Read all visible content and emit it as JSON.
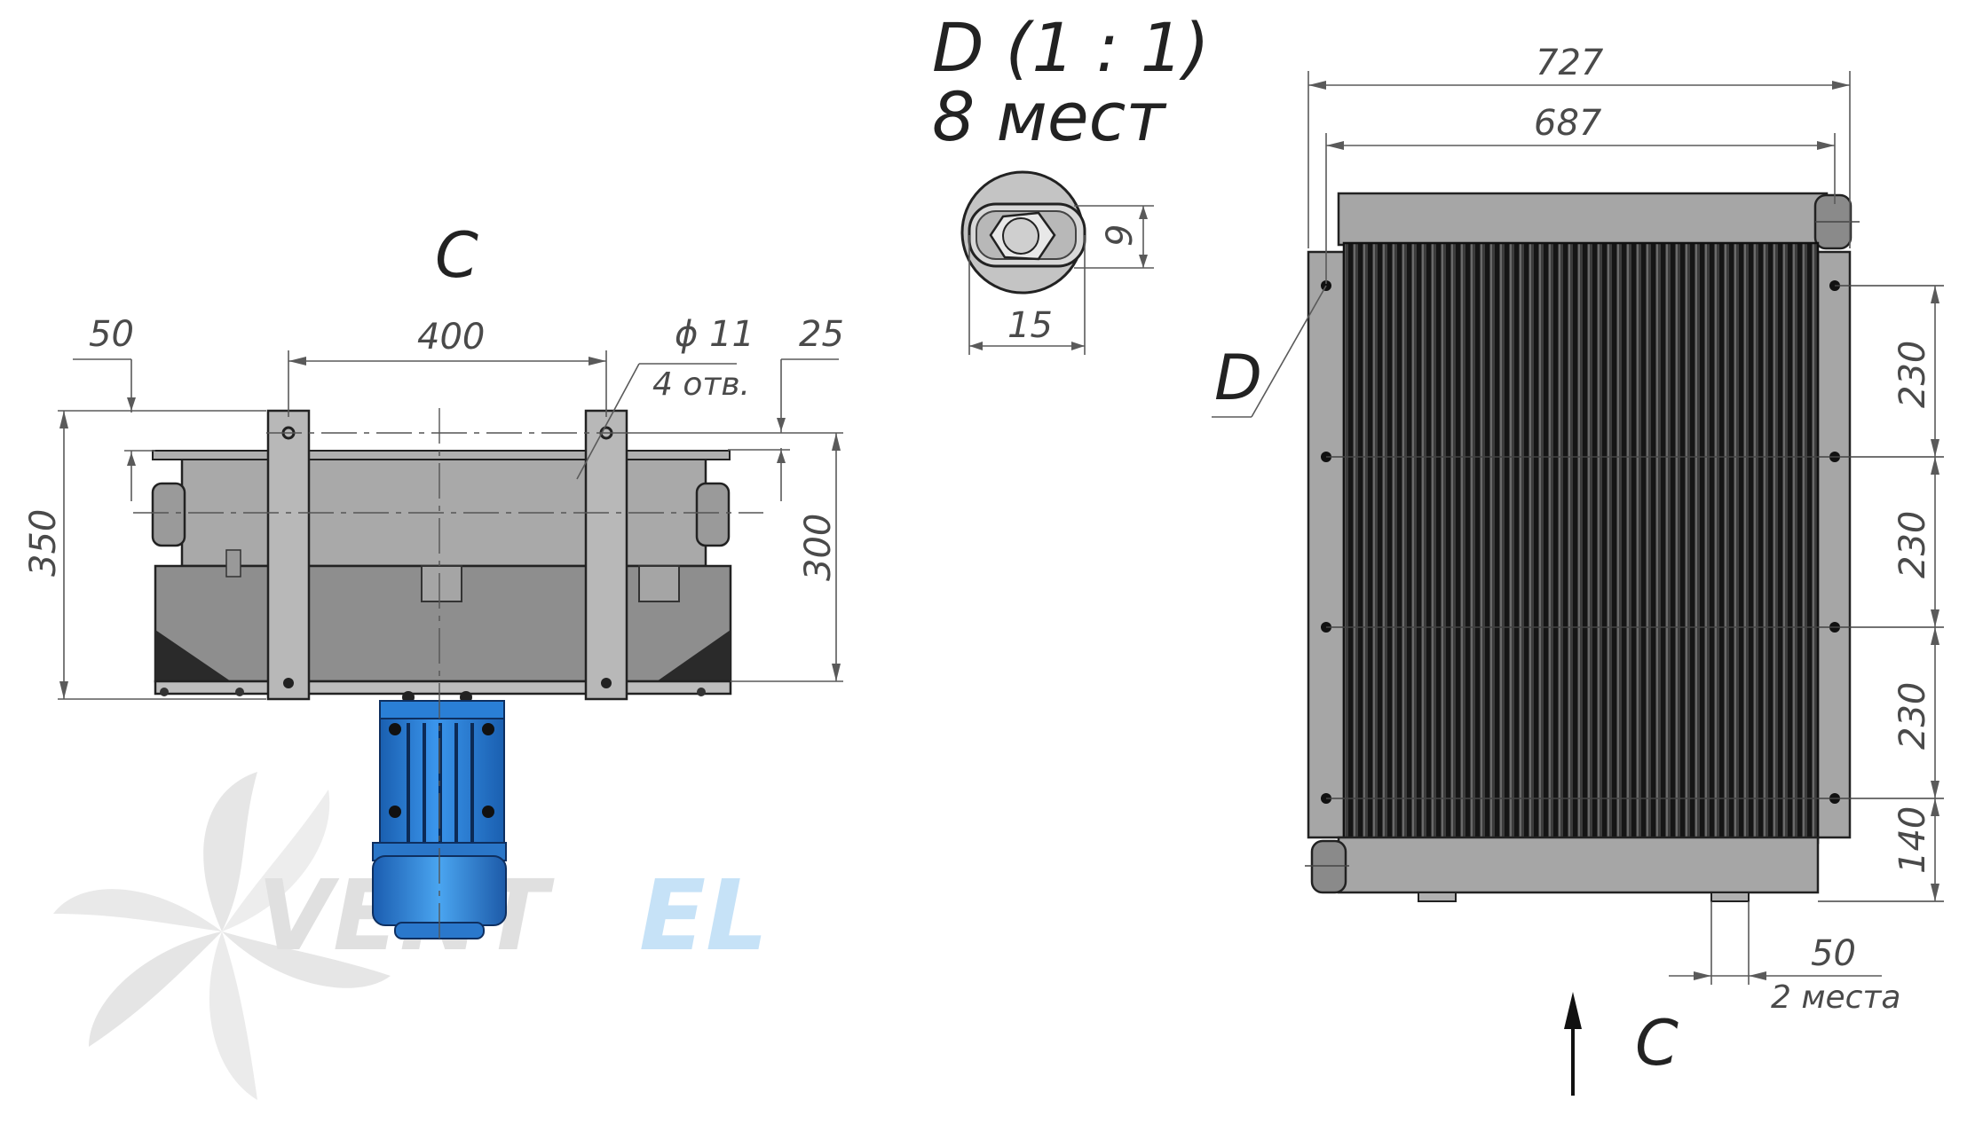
{
  "view_c_label": "C",
  "view_c_arrow_label": "C",
  "detail_d_label": "D",
  "detail_title": "D (1 : 1)",
  "detail_count": "8 мест",
  "dims": {
    "d50_left": "50",
    "d400": "400",
    "hole_diameter": "ϕ 11",
    "hole_count": "4 отв.",
    "d25": "25",
    "d350": "350",
    "d300": "300",
    "d9": "9",
    "d15": "15",
    "d727": "727",
    "d687": "687",
    "d230_1": "230",
    "d230_2": "230",
    "d230_3": "230",
    "d140": "140",
    "d50_bottom": "50",
    "places_2": "2 места"
  },
  "watermark": {
    "brand_main": "VENT",
    "brand_accent": "EL",
    "accent_color": "#4a9fe0"
  },
  "colors": {
    "body_grey": "#a0a0a0",
    "motor_blue": "#2a7fd6",
    "fin_dark": "#2a2a2a"
  }
}
